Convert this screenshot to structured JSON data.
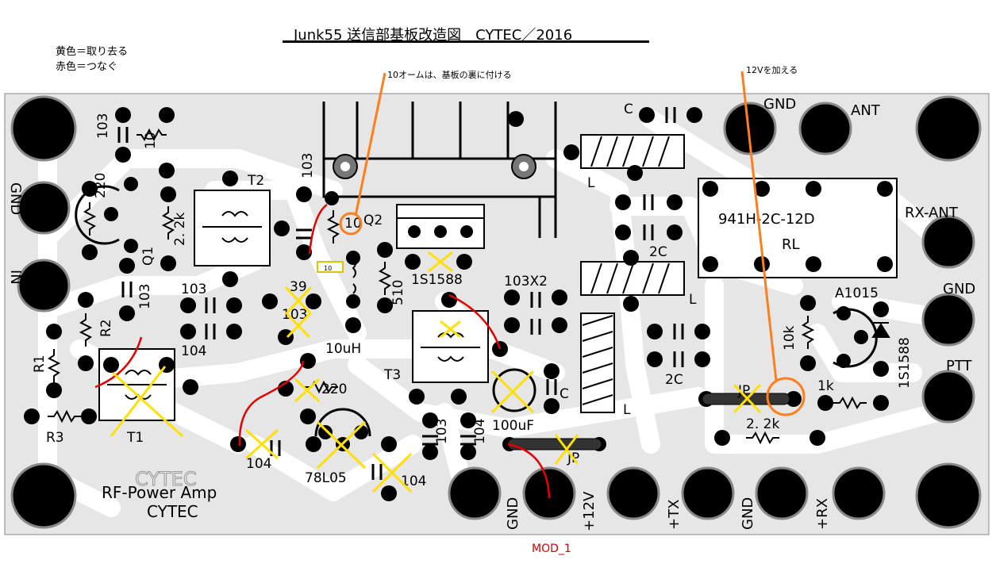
{
  "title": "Junk55 送信部基板改造図　CYTEC／2016",
  "legend": {
    "yellow": "黄色＝取り去る",
    "red": "赤色＝つなぐ"
  },
  "notes": {
    "resistor_note": "10オームは、基板の裏に付ける",
    "power_note": "12Vを加える",
    "mod": "MOD_1"
  },
  "board": {
    "name": "RF-Power Amp",
    "maker": "CYTEC",
    "silk_ghost": "CYTEC",
    "relay_part": "941H-2C-12D",
    "relay_label": "RL",
    "small_resistor_label": "10",
    "connectors_top": [
      "GND",
      "ANT"
    ],
    "connectors_left": [
      "GND",
      "IN"
    ],
    "connectors_right": [
      "RX-ANT",
      "GND",
      "PTT"
    ],
    "connectors_bottom": [
      "GND",
      "+12V",
      "+TX",
      "GND",
      "+RX"
    ],
    "components": [
      {
        "id": "c-103-a",
        "label": "103"
      },
      {
        "id": "r-10",
        "label": "10"
      },
      {
        "id": "r-220-a",
        "label": "220"
      },
      {
        "id": "q1",
        "label": "Q1"
      },
      {
        "id": "r-2.2k-a",
        "label": "2. 2k"
      },
      {
        "id": "t2",
        "label": "T2"
      },
      {
        "id": "c-103-b",
        "label": "103"
      },
      {
        "id": "q2",
        "label": "Q2"
      },
      {
        "id": "r-10-ohm",
        "label": "10"
      },
      {
        "id": "r-510",
        "label": "510"
      },
      {
        "id": "d-1s1588-a",
        "label": "1S1588"
      },
      {
        "id": "c-103x2",
        "label": "103X2"
      },
      {
        "id": "c-c-top",
        "label": "C"
      },
      {
        "id": "l-top",
        "label": "L"
      },
      {
        "id": "c-2c-a",
        "label": "2C"
      },
      {
        "id": "l-mid",
        "label": "L"
      },
      {
        "id": "c-2c-b",
        "label": "2C"
      },
      {
        "id": "c-c-mid",
        "label": "C"
      },
      {
        "id": "l-bottom",
        "label": "L"
      },
      {
        "id": "r2",
        "label": "R2"
      },
      {
        "id": "c-103-c",
        "label": "103"
      },
      {
        "id": "r1",
        "label": "R1"
      },
      {
        "id": "r3",
        "label": "R3"
      },
      {
        "id": "t1",
        "label": "T1"
      },
      {
        "id": "c-103-d",
        "label": "103"
      },
      {
        "id": "c-104-a",
        "label": "104"
      },
      {
        "id": "c-39",
        "label": "39"
      },
      {
        "id": "c-103-e",
        "label": "103"
      },
      {
        "id": "l-10uh",
        "label": "10uH"
      },
      {
        "id": "t3",
        "label": "T3"
      },
      {
        "id": "r-220-b",
        "label": "220"
      },
      {
        "id": "c-104-b",
        "label": "104"
      },
      {
        "id": "reg-78l05",
        "label": "78L05"
      },
      {
        "id": "c-104-c",
        "label": "104"
      },
      {
        "id": "c-103-f",
        "label": "103"
      },
      {
        "id": "c-104-d",
        "label": "104"
      },
      {
        "id": "c-100uf",
        "label": "100uF"
      },
      {
        "id": "jp-a",
        "label": "JP"
      },
      {
        "id": "jp-b",
        "label": "JP"
      },
      {
        "id": "r-2.2k-b",
        "label": "2. 2k"
      },
      {
        "id": "r-1k",
        "label": "1k"
      },
      {
        "id": "r-10k",
        "label": "10k"
      },
      {
        "id": "q-a1015",
        "label": "A1015"
      },
      {
        "id": "d-1s1588-b",
        "label": "1S1588"
      }
    ]
  },
  "colors": {
    "board": "#e6e6e6",
    "copper": "#ffffff",
    "pad": "#000000",
    "remove": "#ffe000",
    "connect": "#e00000",
    "highlight": "#ff7f1f",
    "mod_label": "#d40000"
  },
  "mods": {
    "removals": [
      "c-39",
      "c-103-e",
      "t3",
      "r-220-b",
      "reg-78l05",
      "c-104-b",
      "c-104-c",
      "c-100uf",
      "jp-a",
      "jp-b",
      "t1",
      "d-1s1588-a"
    ],
    "connections": [
      "t1-to-r2",
      "104-to-220",
      "q2-to-10ohm",
      "t3-to-via",
      "12v-to-jp"
    ]
  }
}
